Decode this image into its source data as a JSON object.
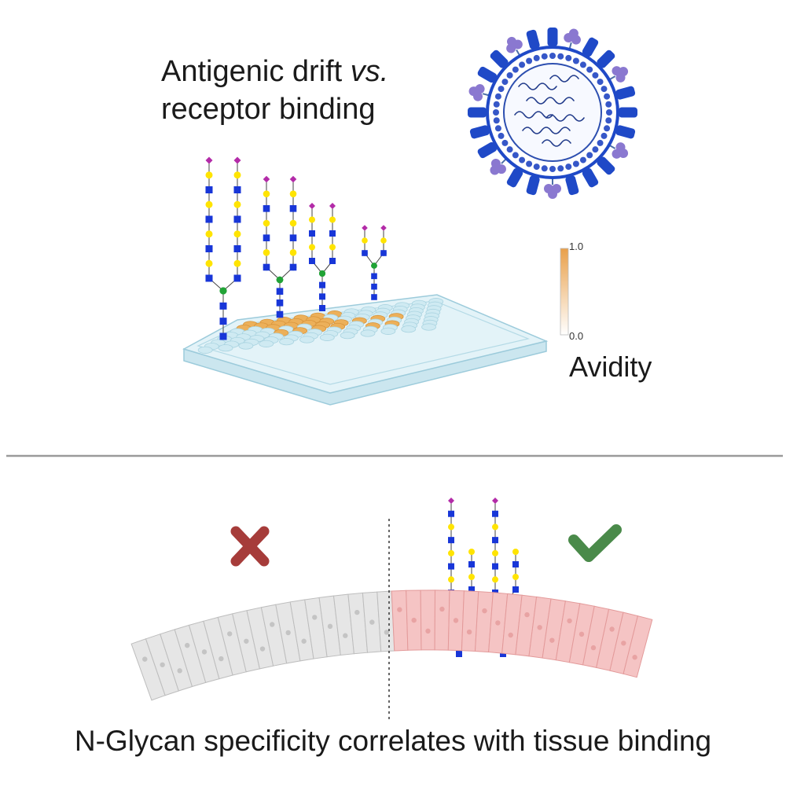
{
  "top_panel": {
    "title_part1": "Antigenic drift ",
    "title_italic": "vs.",
    "title_line2": "receptor binding"
  },
  "colorbar": {
    "label": "Avidity",
    "max_label": "1.0",
    "min_label": "0.0",
    "high_color": "#e9a04a",
    "low_color": "#ffffff"
  },
  "bottom_panel": {
    "caption": "N-Glycan specificity correlates with tissue binding",
    "left_mark_icon": "cross-icon",
    "right_mark_icon": "check-icon",
    "cross_color": "#a63c3a",
    "check_color": "#4a8a4a",
    "unbound_tissue_color": "#e6e6e6",
    "bound_tissue_color": "#f5c4c4"
  },
  "palette": {
    "virus_blue": "#1f49c7",
    "virus_purple": "#8a78d0",
    "glycan_yellow": "#ffe400",
    "glycan_blue": "#1836d8",
    "glycan_green": "#21a336",
    "glycan_magenta": "#b32ba8",
    "plate_color": "#e3f3f8"
  }
}
